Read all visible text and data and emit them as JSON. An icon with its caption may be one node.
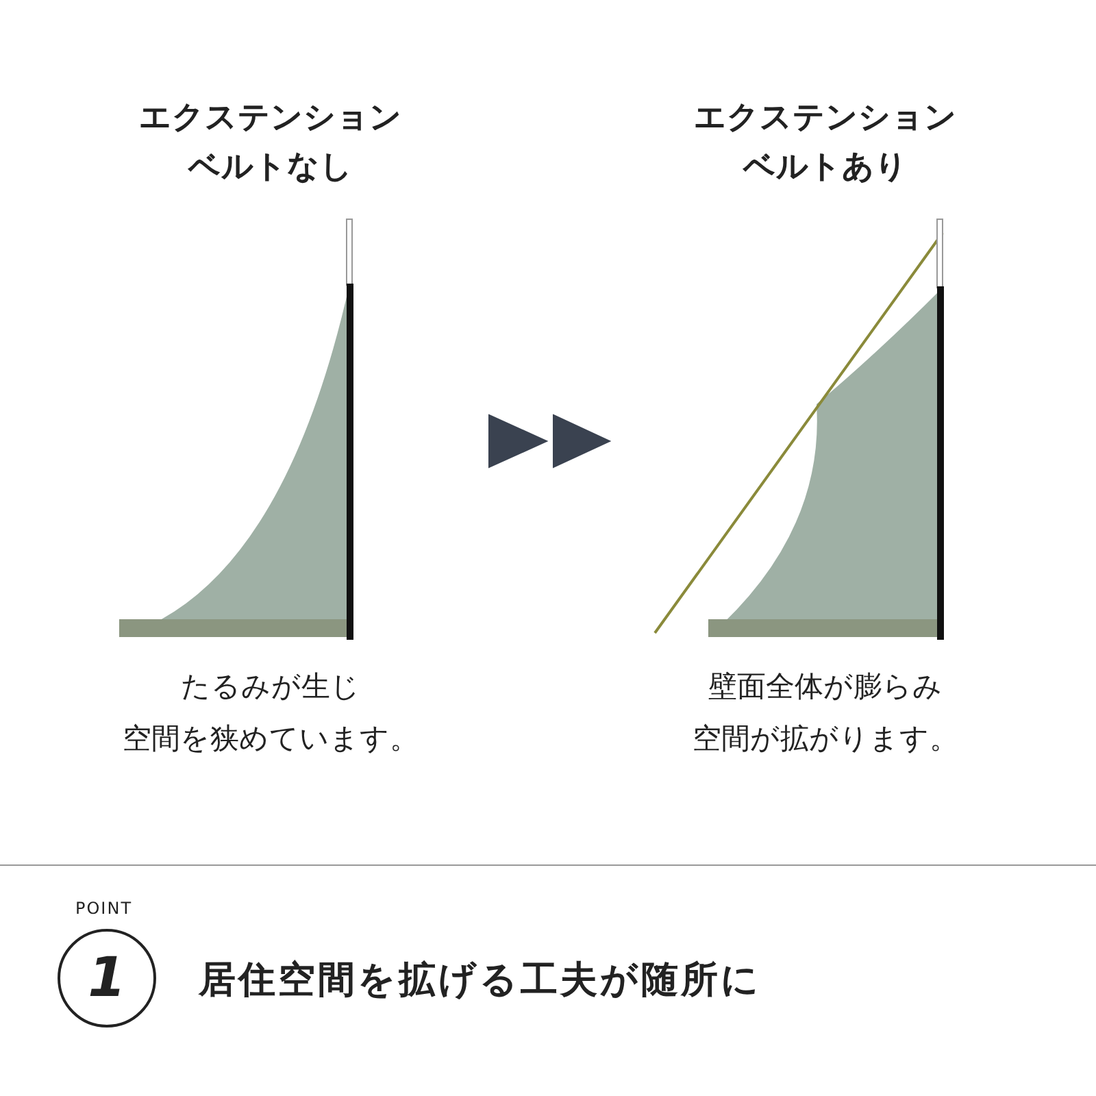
{
  "diagram": {
    "nodes": [
      {
        "text": [
          "エクステンションベルトなし",
          "たるみが生じ空間を狭めています。"
        ]
      },
      {
        "text": [
          "エクステンションベルトあり",
          "壁面全体が膨らみ空間が拡がります。"
        ]
      },
      {
        "text": [
          "1"
        ],
        "beside": [
          "POINT"
        ]
      }
    ],
    "edges": [
      {
        "from": 0,
        "to": 1,
        "arrow": "to"
      }
    ],
    "labels": [
      "居住空間を拡げる工夫が随所に"
    ]
  }
}
